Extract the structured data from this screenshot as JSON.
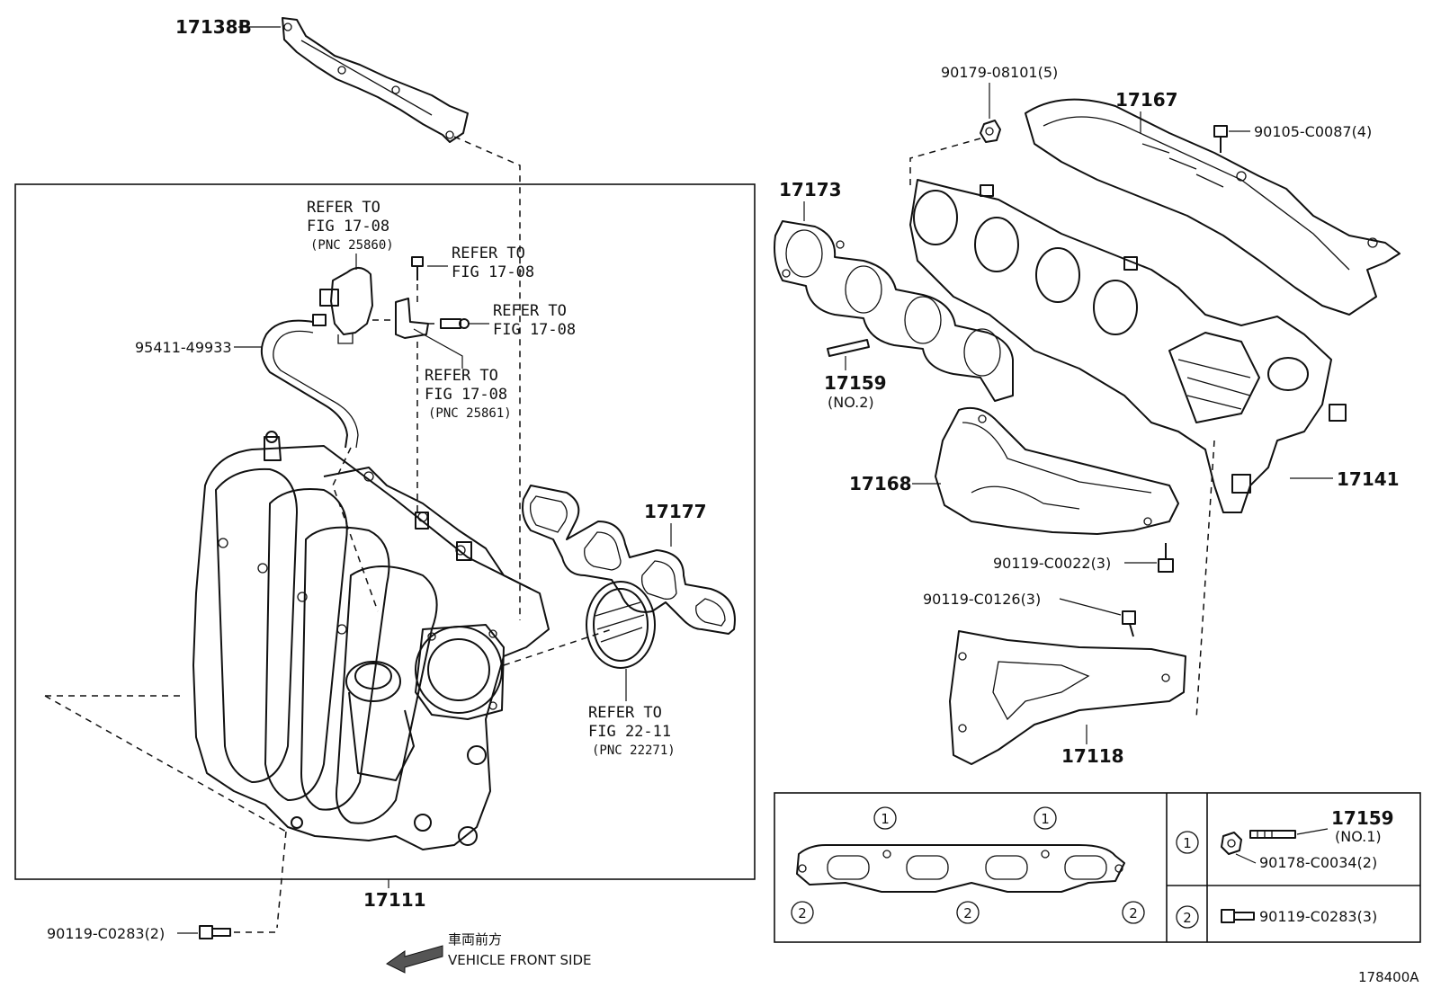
{
  "parts": {
    "p17138B": "17138B",
    "p17173": "17173",
    "p17167": "17167",
    "p90179": "90179-08101(5)",
    "p90105": "90105-C0087(4)",
    "p95411": "95411-49933",
    "p17159_2": "17159",
    "p17159_2_note": "(NO.2)",
    "p17168": "17168",
    "p17141": "17141",
    "p17177": "17177",
    "p90119_c0022": "90119-C0022(3)",
    "p90119_c0126": "90119-C0126(3)",
    "p17118": "17118",
    "p17111": "17111",
    "p90119_c0283_2": "90119-C0283(2)",
    "p17159_1": "17159",
    "p17159_1_note": "(NO.1)",
    "p90178": "90178-C0034(2)",
    "p90119_c0283_3": "90119-C0283(3)"
  },
  "refs": {
    "r1_line1": "REFER TO",
    "r1_line2": "FIG 17-08",
    "r1_pnc": "(PNC 25860)",
    "r2_line1": "REFER TO",
    "r2_line2": "FIG 17-08",
    "r3_line1": "REFER TO",
    "r3_line2": "FIG 17-08",
    "r4_line1": "REFER TO",
    "r4_line2": "FIG 17-08",
    "r4_pnc": "(PNC 25861)",
    "r5_line1": "REFER TO",
    "r5_line2": "FIG 22-11",
    "r5_pnc": "(PNC 22271)"
  },
  "legend": {
    "c1": "1",
    "c2": "2"
  },
  "front": {
    "jp": "車両前方",
    "en": "VEHICLE FRONT SIDE"
  },
  "figure_id": "178400A"
}
